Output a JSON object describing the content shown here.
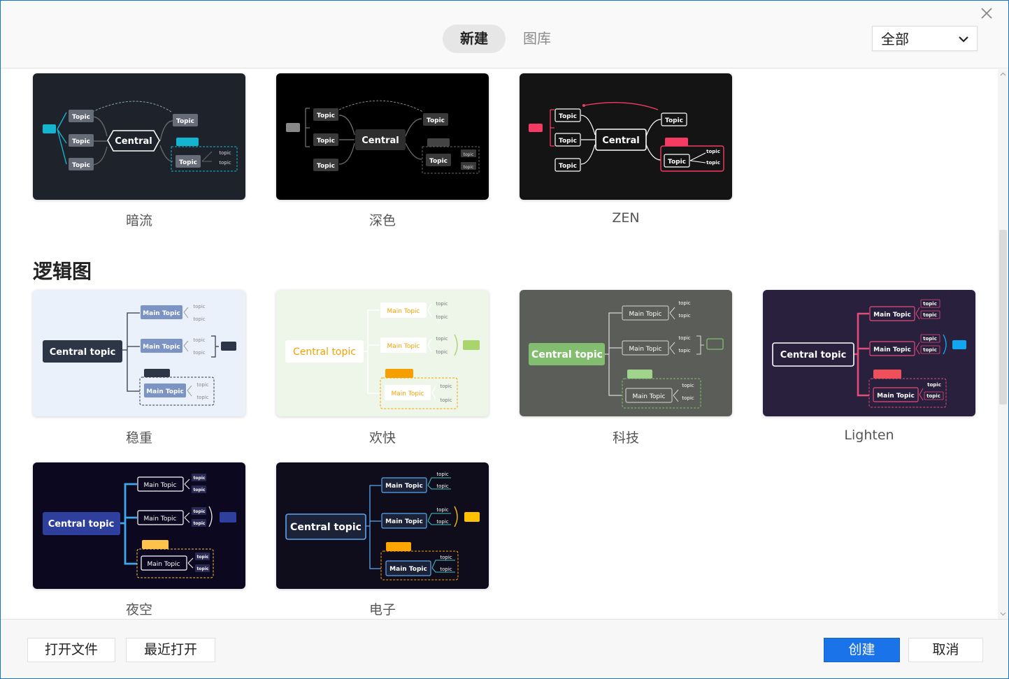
{
  "header": {
    "tabs": [
      {
        "label": "新建",
        "active": true
      },
      {
        "label": "图库",
        "active": false
      }
    ],
    "filter": {
      "selected": "全部"
    }
  },
  "sections": {
    "logic_title": "逻辑图"
  },
  "templates": {
    "row1": [
      {
        "label": "暗流"
      },
      {
        "label": "深色"
      },
      {
        "label": "ZEN"
      }
    ],
    "row2": [
      {
        "label": "稳重"
      },
      {
        "label": "欢快"
      },
      {
        "label": "科技"
      },
      {
        "label": "Lighten"
      }
    ],
    "row3": [
      {
        "label": "夜空"
      },
      {
        "label": "电子"
      }
    ]
  },
  "preview_text": {
    "central": "Central",
    "topic": "Topic",
    "topic_lower": "topic",
    "central_topic": "Central topic",
    "main_topic": "Main Topic"
  },
  "footer": {
    "open_file": "打开文件",
    "recent": "最近打开",
    "create": "创建",
    "cancel": "取消"
  },
  "colors": {
    "accent": "#1a73e8",
    "anliu_bg": "#1e222a",
    "shense_bg": "#000000",
    "zen_bg": "#141414",
    "wenzhong_bg": "#eaf1fa",
    "huankuai_bg": "#eef6ea",
    "keji_bg": "#5b5e58",
    "lighten_bg": "#28203d",
    "yekong_bg": "#0c0820",
    "dianzi_bg": "#0f0c1c"
  }
}
